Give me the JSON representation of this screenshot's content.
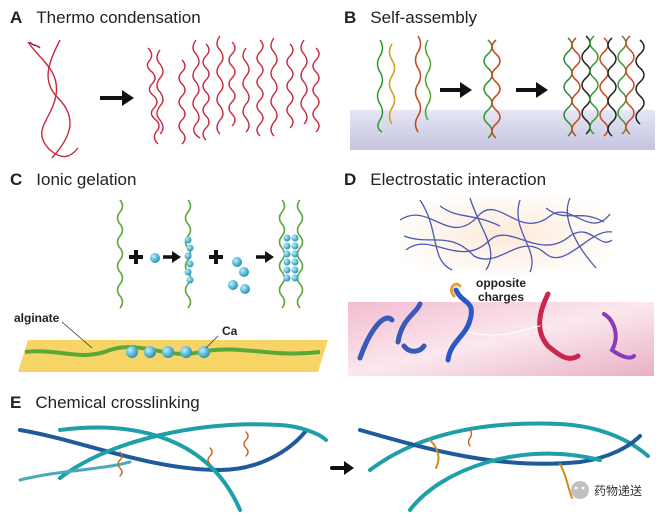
{
  "panels": {
    "a": {
      "letter": "A",
      "title": "Thermo condensation"
    },
    "b": {
      "letter": "B",
      "title": "Self-assembly"
    },
    "c": {
      "letter": "C",
      "title": "Ionic gelation"
    },
    "d": {
      "letter": "D",
      "title": "Electrostatic interaction"
    },
    "e": {
      "letter": "E",
      "title": "Chemical crosslinking"
    }
  },
  "labels": {
    "alginate": "alginate",
    "ca": "Ca",
    "opposite": "opposite",
    "charges": "charges"
  },
  "watermark": {
    "text": "药物递送"
  },
  "colors": {
    "red_fiber": "#c8283c",
    "green_chain": "#5aa83a",
    "cyan_ion": "#3aa8c8",
    "teal_fiber": "#1fa0a8",
    "blue_chain": "#3a5ab8",
    "yellow_slab": "#f6d466",
    "pink_bg": "#f4c8d4"
  }
}
